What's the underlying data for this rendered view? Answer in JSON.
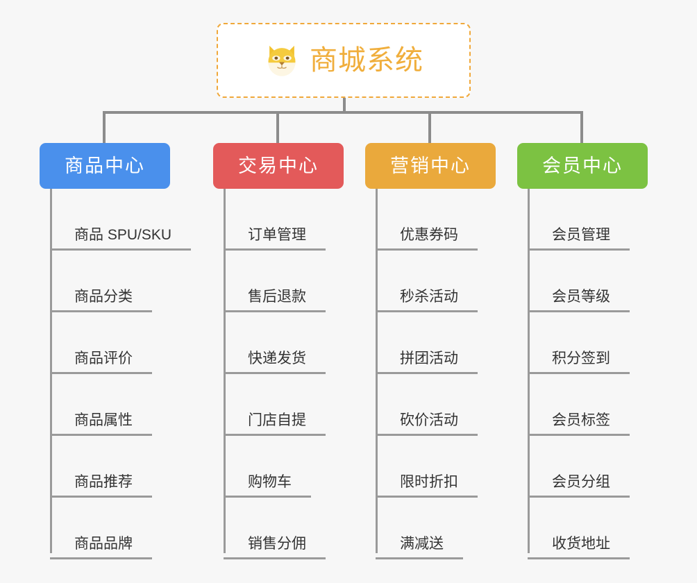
{
  "background_color": "#f7f7f7",
  "root": {
    "title": "商城系统",
    "icon": "shiba-dog-face-icon",
    "text_color": "#f0ae3c",
    "border_color": "#f0a83a"
  },
  "branches": [
    {
      "title": "商品中心",
      "color": "#4a90ec",
      "items": [
        "商品 SPU/SKU",
        "商品分类",
        "商品评价",
        "商品属性",
        "商品推荐",
        "商品品牌"
      ]
    },
    {
      "title": "交易中心",
      "color": "#e35a5a",
      "items": [
        "订单管理",
        "售后退款",
        "快递发货",
        "门店自提",
        "购物车",
        "销售分佣"
      ]
    },
    {
      "title": "营销中心",
      "color": "#eaa93c",
      "items": [
        "优惠券码",
        "秒杀活动",
        "拼团活动",
        "砍价活动",
        "限时折扣",
        "满减送"
      ]
    },
    {
      "title": "会员中心",
      "color": "#7cc242",
      "items": [
        "会员管理",
        "会员等级",
        "积分签到",
        "会员标签",
        "会员分组",
        "收货地址"
      ]
    }
  ]
}
